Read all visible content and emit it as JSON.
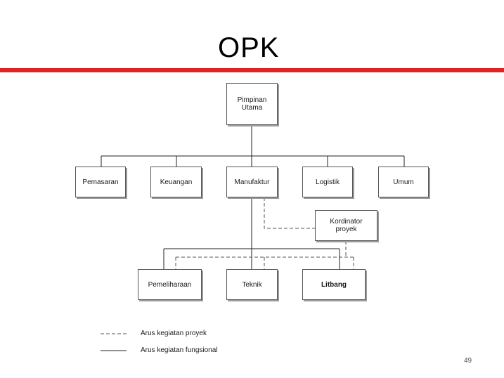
{
  "slide": {
    "title": "OPK",
    "accent_color": "#e32222",
    "page_number": "49"
  },
  "org_chart": {
    "top": "Pimpinan\nUtama",
    "departments": [
      "Pemasaran",
      "Keuangan",
      "Manufaktur",
      "Logistik",
      "Umum"
    ],
    "coordinator": "Kordinator\nproyek",
    "units": [
      "Pemeliharaan",
      "Teknik",
      "Litbang"
    ]
  },
  "legend": {
    "project_flow": "Arus kegiatan proyek",
    "functional_flow": "Arus kegiatan fungsional"
  }
}
